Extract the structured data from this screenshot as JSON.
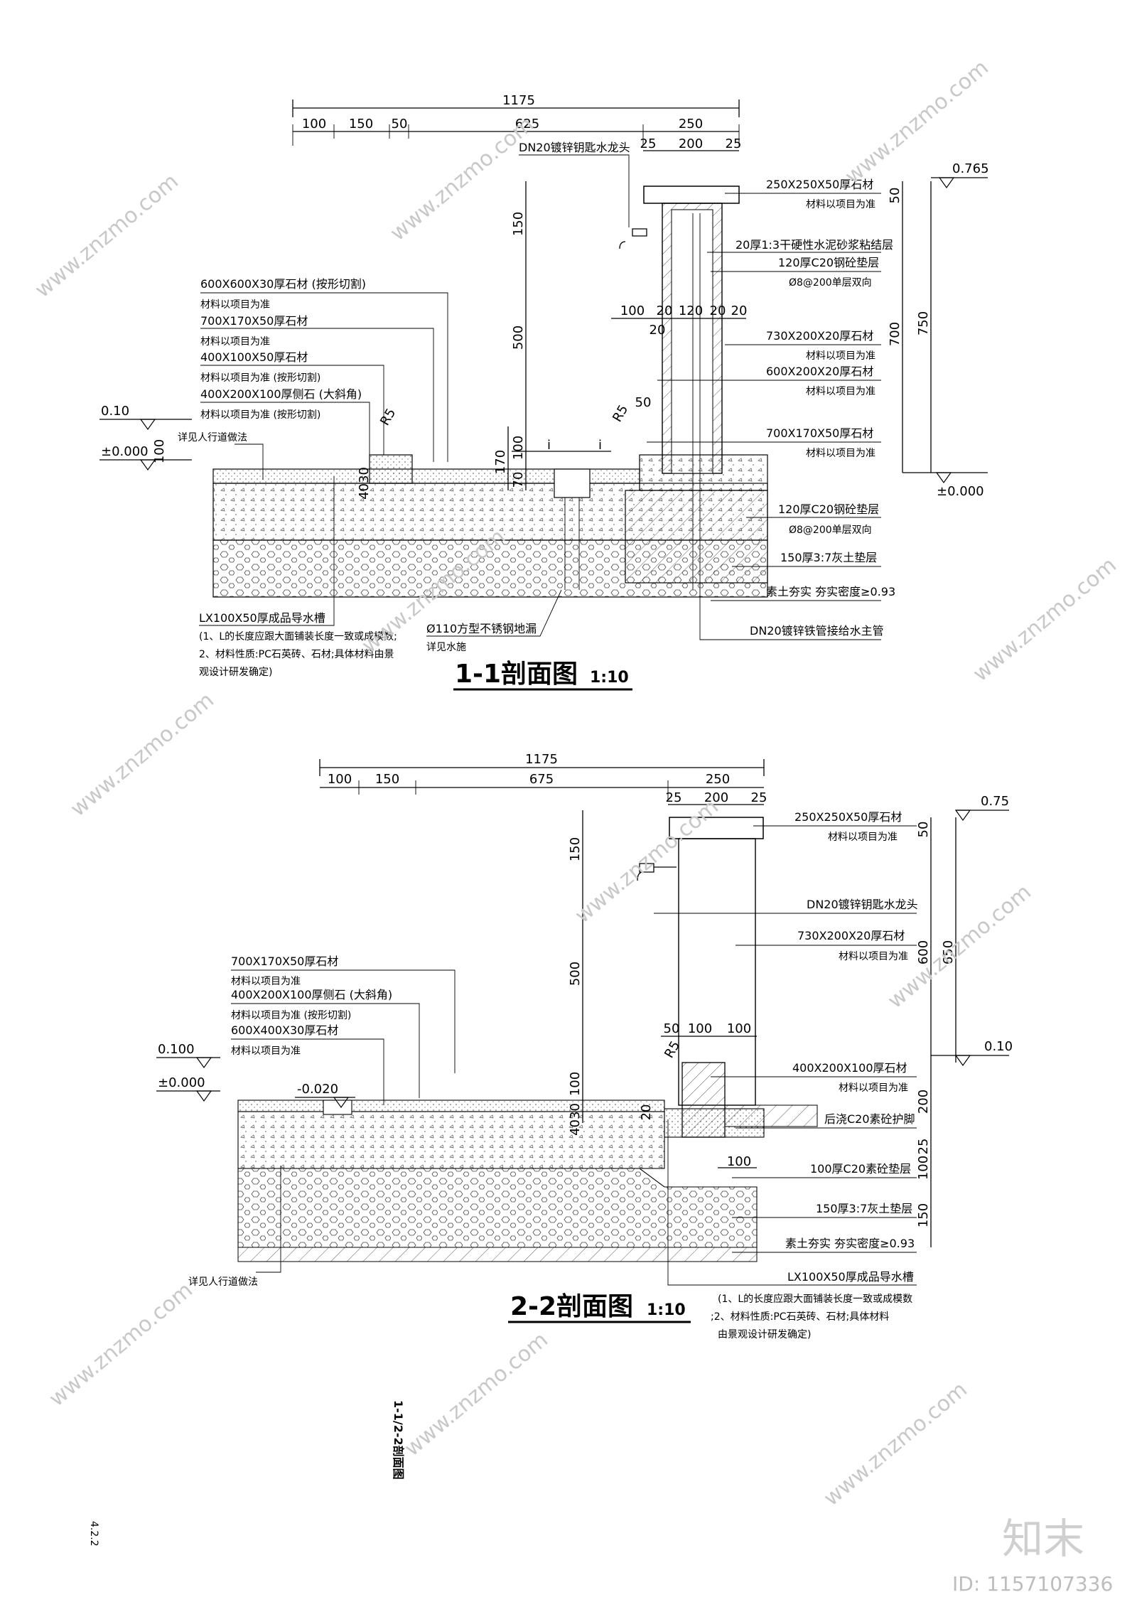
{
  "section1": {
    "title": "1-1剖面图",
    "scale": "1:10",
    "dims_top": {
      "total": "1175",
      "a": "100",
      "b": "150",
      "c": "50",
      "d": "625",
      "e": "250",
      "f": "25",
      "g": "200",
      "h": "25"
    },
    "dims_v": {
      "v150": "150",
      "v500": "500",
      "v100": "100",
      "v170": "170",
      "v70": "70",
      "v100b": "100",
      "v4030": "4030",
      "v50": "50",
      "v700": "700",
      "v750": "750"
    },
    "dims_mid": {
      "a": "100",
      "b": "20",
      "c": "120",
      "d": "20",
      "e": "20",
      "f": "20",
      "g": "50"
    },
    "elev": {
      "top": "0.765",
      "zero_r": "±0.000",
      "left_010": "0.10",
      "left_zero": "±0.000"
    },
    "r5a": "R5",
    "r5b": "R5",
    "slope": "i",
    "labels_left": [
      {
        "main": "600X600X30厚石材 (按形切割)",
        "sub": "材料以项目为准"
      },
      {
        "main": "700X170X50厚石材",
        "sub": "材料以项目为准"
      },
      {
        "main": "400X100X50厚石材",
        "sub": "材料以项目为准 (按形切割)"
      },
      {
        "main": "400X200X100厚侧石 (大斜角)",
        "sub": "材料以项目为准 (按形切割)"
      }
    ],
    "sidewalk": "详见人行道做法",
    "labels_right": [
      {
        "main": "250X250X50厚石材",
        "sub": "材料以项目为准"
      },
      {
        "main": "20厚1:3干硬性水泥砂浆粘结层",
        "sub": ""
      },
      {
        "main": "120厚C20钢砼垫层",
        "sub": "Ø8@200单层双向"
      },
      {
        "main": "730X200X20厚石材",
        "sub": "材料以项目为准"
      },
      {
        "main": "600X200X20厚石材",
        "sub": "材料以项目为准"
      },
      {
        "main": "700X170X50厚石材",
        "sub": "材料以项目为准"
      },
      {
        "main": "120厚C20钢砼垫层",
        "sub": "Ø8@200单层双向"
      },
      {
        "main": "150厚3:7灰土垫层",
        "sub": ""
      },
      {
        "main": "素土夯实 夯实密度≥0.93",
        "sub": ""
      },
      {
        "main": "DN20镀锌铁管接给水主管",
        "sub": ""
      }
    ],
    "faucet": "DN20镀锌钥匙水龙头",
    "drain": {
      "main": "Ø110方型不锈钢地漏",
      "sub": "详见水施"
    },
    "channel": {
      "main": "LX100X50厚成品导水槽",
      "notes": [
        "(1、L的长度应跟大面铺装长度一致或成模数;",
        "2、材料性质:PC石英砖、石材;具体材料由景",
        "观设计研发确定)"
      ]
    }
  },
  "section2": {
    "title": "2-2剖面图",
    "scale": "1:10",
    "dims_top": {
      "total": "1175",
      "a": "100",
      "b": "150",
      "c": "675",
      "d": "250",
      "e": "25",
      "f": "200",
      "g": "25"
    },
    "dims_v": {
      "v150": "150",
      "v500": "500",
      "v100": "100",
      "v4030": "4030",
      "v50": "50",
      "v600": "600",
      "v650": "650",
      "v200": "200",
      "v25": "25",
      "v100b": "100",
      "v150b": "150",
      "v20": "20"
    },
    "dims_mid": {
      "a": "50",
      "b": "100",
      "c": "100",
      "d": "100"
    },
    "elev": {
      "top": "0.75",
      "right_010": "0.10",
      "left_0100": "0.100",
      "left_zero": "±0.000",
      "low": "-0.020"
    },
    "r5": "R5",
    "labels_left": [
      {
        "main": "700X170X50厚石材",
        "sub": "材料以项目为准"
      },
      {
        "main": "400X200X100厚侧石 (大斜角)",
        "sub": "材料以项目为准 (按形切割)"
      },
      {
        "main": "600X400X30厚石材",
        "sub": "材料以项目为准"
      }
    ],
    "sidewalk": "详见人行道做法",
    "labels_right": [
      {
        "main": "250X250X50厚石材",
        "sub": "材料以项目为准"
      },
      {
        "main": "DN20镀锌钥匙水龙头",
        "sub": ""
      },
      {
        "main": "730X200X20厚石材",
        "sub": "材料以项目为准"
      },
      {
        "main": "400X200X100厚石材",
        "sub": "材料以项目为准"
      },
      {
        "main": "后浇C20素砼护脚",
        "sub": ""
      },
      {
        "main": "100厚C20素砼垫层",
        "sub": ""
      },
      {
        "main": "150厚3:7灰土垫层",
        "sub": ""
      },
      {
        "main": "素土夯实 夯实密度≥0.93",
        "sub": ""
      },
      {
        "main": "LX100X50厚成品导水槽",
        "sub": ""
      }
    ],
    "channel_notes": [
      "(1、L的长度应跟大面铺装长度一致或成模数",
      ";2、材料性质:PC石英砖、石材;具体材料",
      "由景观设计研发确定)"
    ]
  },
  "side_title": "1-1/2-2剖面图",
  "page_no": "4.2.2",
  "watermark": "www.znzmo.com",
  "brand": "知末",
  "id_text": "ID: 1157107336"
}
